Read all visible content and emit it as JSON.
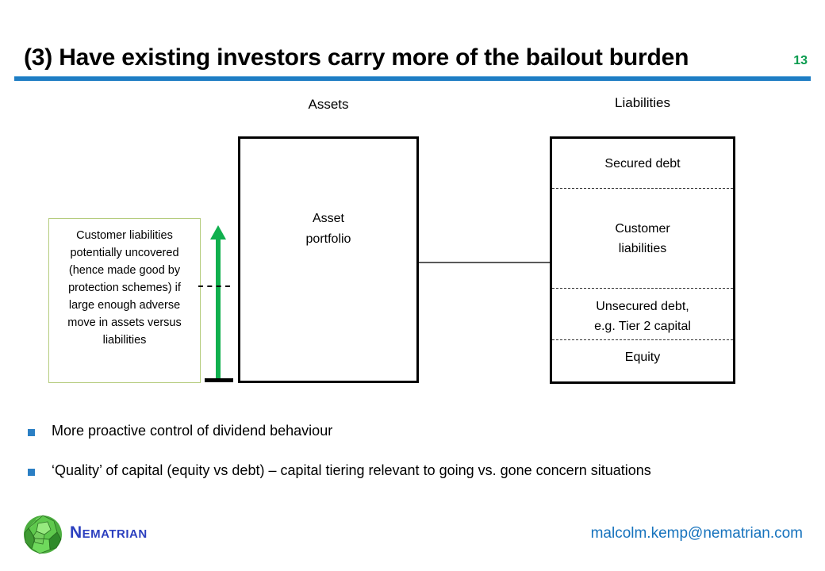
{
  "slide": {
    "title": "(3) Have existing investors carry more of the bailout burden",
    "page_number": "13",
    "accent_rule_color": "#1f7ec4",
    "page_number_color": "#0a9b4e"
  },
  "diagram": {
    "assets": {
      "heading": "Assets",
      "box_label_line1": "Asset",
      "box_label_line2": "portfolio"
    },
    "liabilities": {
      "heading": "Liabilities",
      "segments": [
        {
          "label": "Secured debt"
        },
        {
          "label_line1": "Customer",
          "label_line2": "liabilities"
        },
        {
          "label_line1": "Unsecured debt,",
          "label_line2": "e.g. Tier 2 capital"
        },
        {
          "label": "Equity"
        }
      ]
    },
    "callout": {
      "text": "Customer liabilities potentially uncovered (hence made good by protection schemes) if large enough adverse move in assets versus liabilities",
      "border_color": "#b5cc7e"
    },
    "arrow": {
      "color": "#10b04e",
      "direction": "up"
    }
  },
  "bullets": [
    {
      "text": "More proactive control of dividend behaviour"
    },
    {
      "text": "‘Quality’ of capital (equity vs debt) – capital tiering relevant to going vs. gone concern situations"
    }
  ],
  "footer": {
    "brand": "Nematrian",
    "brand_color": "#2b3fbf",
    "email": "malcolm.kemp@nematrian.com",
    "email_color": "#1572bd"
  }
}
